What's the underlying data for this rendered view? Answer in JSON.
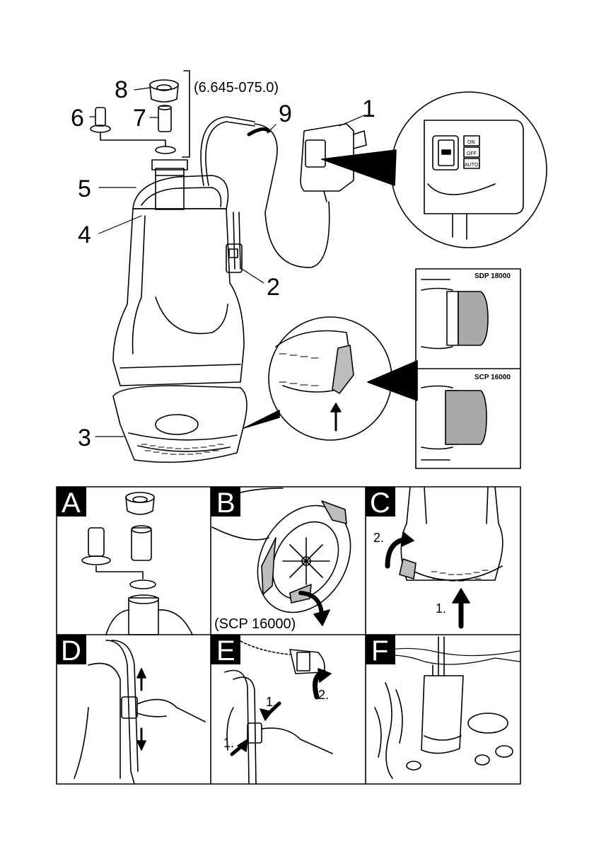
{
  "callouts": {
    "n1": "1",
    "n2": "2",
    "n3": "3",
    "n4": "4",
    "n5": "5",
    "n6": "6",
    "n7": "7",
    "n8": "8",
    "n9": "9"
  },
  "part_number": "(6.645-075.0)",
  "switch_labels": {
    "on": "ON",
    "off": "OFF",
    "auto": "AUTO"
  },
  "models": {
    "top": "SDP 18000",
    "bottom": "SCP 16000"
  },
  "panels": {
    "a": {
      "letter": "A"
    },
    "b": {
      "letter": "B",
      "note": "(SCP 16000)"
    },
    "c": {
      "letter": "C",
      "step2": "2.",
      "step1": "1."
    },
    "d": {
      "letter": "D"
    },
    "e": {
      "letter": "E",
      "step1a": "1.",
      "step1b": "1.",
      "step2": "2."
    },
    "f": {
      "letter": "F"
    }
  },
  "colors": {
    "line": "#000000",
    "grey": "#a9a9a9",
    "panel_letter_bg": "#000000"
  }
}
